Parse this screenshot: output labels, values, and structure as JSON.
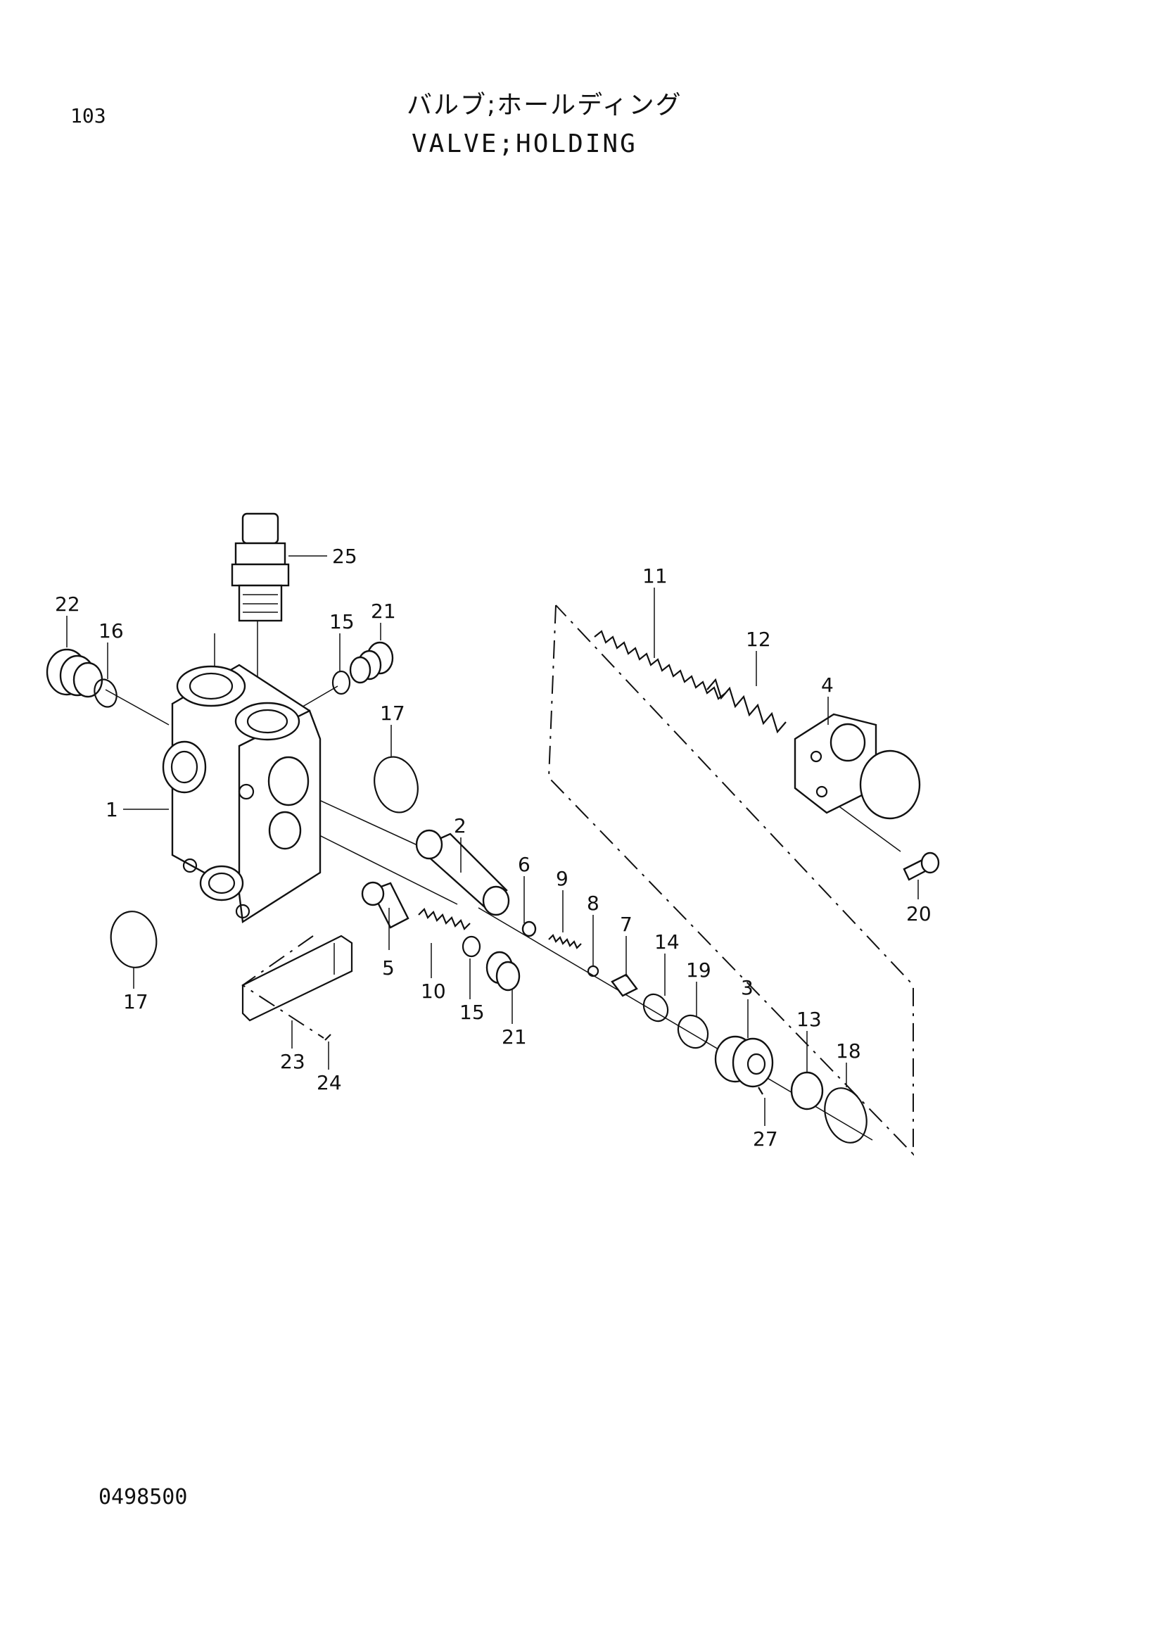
{
  "page_number": "103",
  "title_jp": "バルブ;ホールディング",
  "title_en": "VALVE;HOLDING",
  "drawing_code": "0498500",
  "callouts": [
    {
      "id": "1",
      "label": "1"
    },
    {
      "id": "2",
      "label": "2"
    },
    {
      "id": "3",
      "label": "3"
    },
    {
      "id": "4",
      "label": "4"
    },
    {
      "id": "5",
      "label": "5"
    },
    {
      "id": "6",
      "label": "6"
    },
    {
      "id": "7",
      "label": "7"
    },
    {
      "id": "8",
      "label": "8"
    },
    {
      "id": "9",
      "label": "9"
    },
    {
      "id": "10",
      "label": "10"
    },
    {
      "id": "11",
      "label": "11"
    },
    {
      "id": "12",
      "label": "12"
    },
    {
      "id": "13",
      "label": "13"
    },
    {
      "id": "14",
      "label": "14"
    },
    {
      "id": "15a",
      "label": "15"
    },
    {
      "id": "15b",
      "label": "15"
    },
    {
      "id": "16",
      "label": "16"
    },
    {
      "id": "17a",
      "label": "17"
    },
    {
      "id": "17b",
      "label": "17"
    },
    {
      "id": "18",
      "label": "18"
    },
    {
      "id": "19",
      "label": "19"
    },
    {
      "id": "20",
      "label": "20"
    },
    {
      "id": "21a",
      "label": "21"
    },
    {
      "id": "21b",
      "label": "21"
    },
    {
      "id": "22",
      "label": "22"
    },
    {
      "id": "23",
      "label": "23"
    },
    {
      "id": "24",
      "label": "24"
    },
    {
      "id": "25",
      "label": "25"
    },
    {
      "id": "27",
      "label": "27"
    }
  ]
}
